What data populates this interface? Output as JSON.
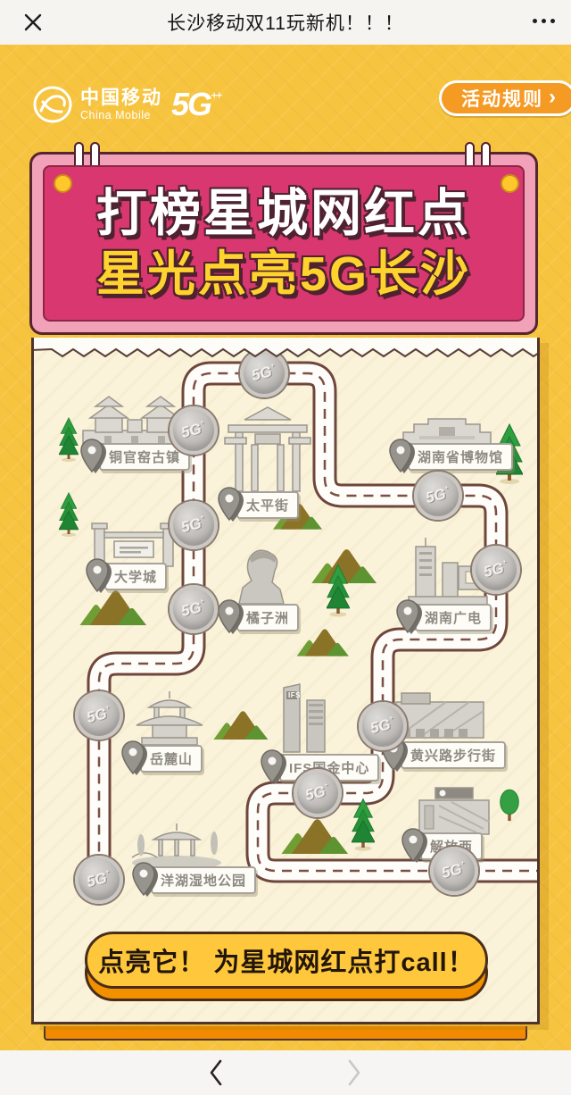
{
  "topbar": {
    "title": "长沙移动双11玩新机！！！"
  },
  "icons": {
    "close": "x-cross",
    "more": "ellipsis",
    "back": "chevron-left",
    "forward": "chevron-right",
    "logo": "china-mobile-flower",
    "pin": "location-pin",
    "rules_chevron": "chevron-right"
  },
  "header": {
    "logo": {
      "zh": "中国移动",
      "en": "China Mobile",
      "tech": "5G",
      "tech_plus": "⁺⁺"
    },
    "rules_button": {
      "label": "活动规则",
      "chevron": "›"
    }
  },
  "banner": {
    "title_line1": "打榜星城网红点",
    "title_line2": "星光点亮5G长沙"
  },
  "map": {
    "badge": {
      "label": "5G",
      "plus": "⁺"
    },
    "landmarks": [
      {
        "name": "铜官窑古镇"
      },
      {
        "name": "太平街"
      },
      {
        "name": "湖南省博物馆"
      },
      {
        "name": "大学城"
      },
      {
        "name": "橘子洲"
      },
      {
        "name": "湖南广电"
      },
      {
        "name": "岳麓山"
      },
      {
        "name": "IFS国金中心",
        "tower_label": "IFS"
      },
      {
        "name": "黄兴路步行街"
      },
      {
        "name": "解放西"
      },
      {
        "name": "洋湖湿地公园"
      }
    ]
  },
  "cta": {
    "label": "点亮它！ 为星城网红点打call！"
  },
  "colors": {
    "page_yellow": "#F7C440",
    "banner_pink": "#D8386F",
    "banner_frame": "#F2A2B8",
    "map_cream": "#FAF2D9",
    "accent_orange": "#F18A00",
    "cta_yellow": "#FFC83C",
    "title_yellow": "#FFD32E",
    "road_brown": "#6F463B"
  }
}
